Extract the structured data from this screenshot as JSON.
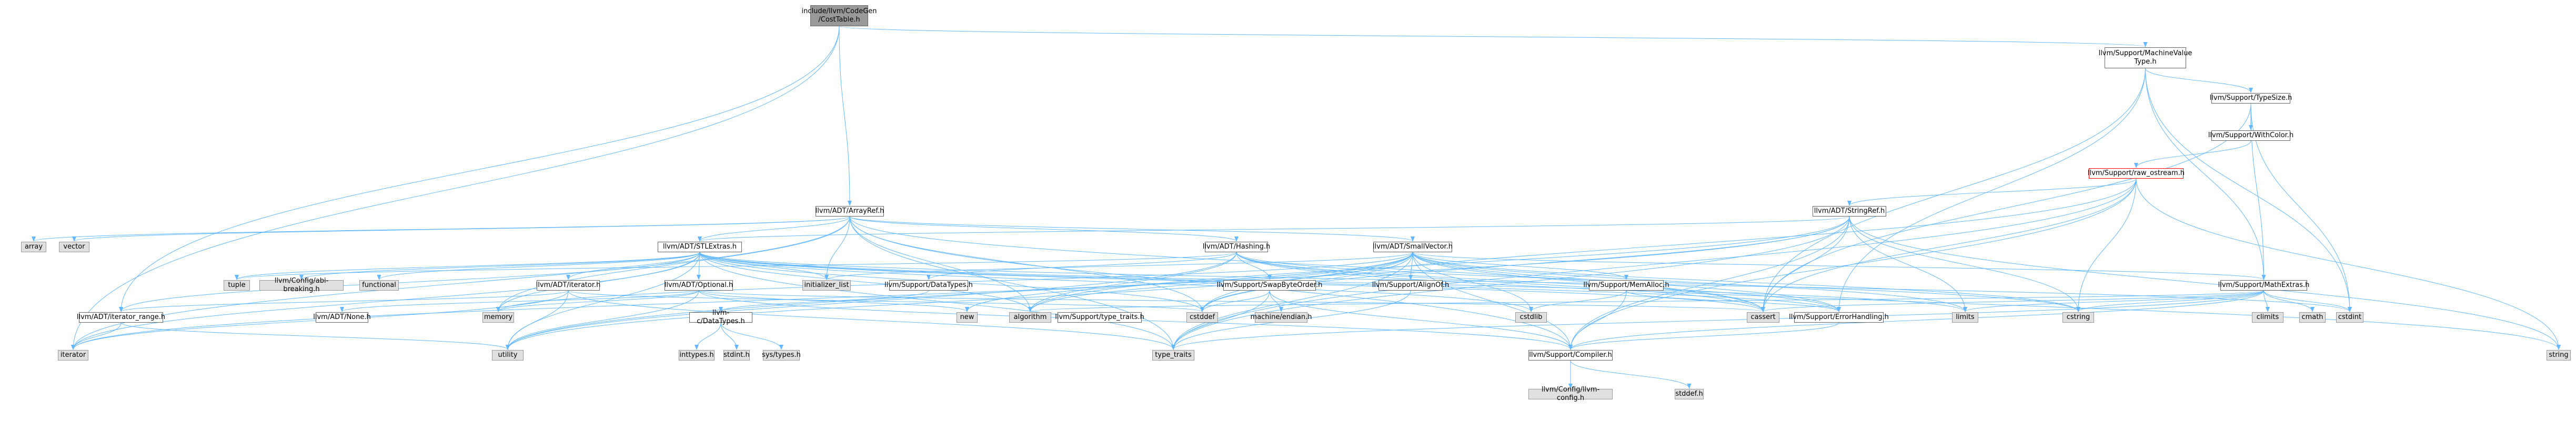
{
  "graph": {
    "edge_color": "#63b8ff",
    "nodes": [
      {
        "id": "root",
        "label": "include/llvm/CodeGen\n/CostTable.h",
        "style": "root"
      },
      {
        "id": "mvt",
        "label": "llvm/Support/MachineValue\nType.h",
        "style": "plain"
      },
      {
        "id": "arrayref",
        "label": "llvm/ADT/ArrayRef.h",
        "style": "plain"
      },
      {
        "id": "typesize",
        "label": "llvm/Support/TypeSize.h",
        "style": "plain"
      },
      {
        "id": "withcolor",
        "label": "llvm/Support/WithColor.h",
        "style": "plain"
      },
      {
        "id": "rawostream",
        "label": "llvm/Support/raw_ostream.h",
        "style": "missing"
      },
      {
        "id": "stringref",
        "label": "llvm/ADT/StringRef.h",
        "style": "plain"
      },
      {
        "id": "hashing",
        "label": "llvm/ADT/Hashing.h",
        "style": "plain"
      },
      {
        "id": "stlextras",
        "label": "llvm/ADT/STLExtras.h",
        "style": "plain"
      },
      {
        "id": "smallvector",
        "label": "llvm/ADT/SmallVector.h",
        "style": "plain"
      },
      {
        "id": "array",
        "label": "array",
        "style": "sys"
      },
      {
        "id": "vector",
        "label": "vector",
        "style": "sys"
      },
      {
        "id": "tuple",
        "label": "tuple",
        "style": "sys"
      },
      {
        "id": "cfgabi",
        "label": "llvm/Config/abi-breaking.h",
        "style": "sys"
      },
      {
        "id": "functional",
        "label": "functional",
        "style": "sys"
      },
      {
        "id": "initlist",
        "label": "initializer_list",
        "style": "sys"
      },
      {
        "id": "iterator_h",
        "label": "llvm/ADT/iterator.h",
        "style": "plain"
      },
      {
        "id": "optional",
        "label": "llvm/ADT/Optional.h",
        "style": "plain"
      },
      {
        "id": "datatypes",
        "label": "llvm/Support/DataTypes.h",
        "style": "plain"
      },
      {
        "id": "swapbyte",
        "label": "llvm/Support/SwapByteOrder.h",
        "style": "plain"
      },
      {
        "id": "alignof",
        "label": "llvm/Support/AlignOf.h",
        "style": "plain"
      },
      {
        "id": "memalloc",
        "label": "llvm/Support/MemAlloc.h",
        "style": "plain"
      },
      {
        "id": "mathextras",
        "label": "llvm/Support/MathExtras.h",
        "style": "plain"
      },
      {
        "id": "iterrange",
        "label": "llvm/ADT/iterator_range.h",
        "style": "plain"
      },
      {
        "id": "none",
        "label": "llvm/ADT/None.h",
        "style": "plain"
      },
      {
        "id": "memory",
        "label": "memory",
        "style": "sys"
      },
      {
        "id": "cdatatypes",
        "label": "llvm-c/DataTypes.h",
        "style": "plain"
      },
      {
        "id": "new",
        "label": "new",
        "style": "sys"
      },
      {
        "id": "algorithm",
        "label": "algorithm",
        "style": "sys"
      },
      {
        "id": "typetraits_h",
        "label": "llvm/Support/type_traits.h",
        "style": "plain"
      },
      {
        "id": "cstddef",
        "label": "cstddef",
        "style": "sys"
      },
      {
        "id": "machendian",
        "label": "machine/endian.h",
        "style": "sys"
      },
      {
        "id": "cstdlib",
        "label": "cstdlib",
        "style": "sys"
      },
      {
        "id": "cassert",
        "label": "cassert",
        "style": "sys"
      },
      {
        "id": "errhandling",
        "label": "llvm/Support/ErrorHandling.h",
        "style": "plain"
      },
      {
        "id": "limits",
        "label": "limits",
        "style": "sys"
      },
      {
        "id": "cstring",
        "label": "cstring",
        "style": "sys"
      },
      {
        "id": "climits",
        "label": "climits",
        "style": "sys"
      },
      {
        "id": "cmath",
        "label": "cmath",
        "style": "sys"
      },
      {
        "id": "cstdint",
        "label": "cstdint",
        "style": "sys"
      },
      {
        "id": "string",
        "label": "string",
        "style": "sys"
      },
      {
        "id": "iterator_sys",
        "label": "iterator",
        "style": "sys"
      },
      {
        "id": "utility",
        "label": "utility",
        "style": "sys"
      },
      {
        "id": "inttypes",
        "label": "inttypes.h",
        "style": "sys"
      },
      {
        "id": "stdint",
        "label": "stdint.h",
        "style": "sys"
      },
      {
        "id": "systypes",
        "label": "sys/types.h",
        "style": "sys"
      },
      {
        "id": "type_traits",
        "label": "type_traits",
        "style": "sys"
      },
      {
        "id": "compiler",
        "label": "llvm/Support/Compiler.h",
        "style": "plain"
      },
      {
        "id": "llvmconfig",
        "label": "llvm/Config/llvm-config.h",
        "style": "sys"
      },
      {
        "id": "stddef",
        "label": "stddef.h",
        "style": "sys"
      }
    ],
    "edges": [
      [
        "root",
        "mvt"
      ],
      [
        "root",
        "arrayref"
      ],
      [
        "root",
        "iterator_sys"
      ],
      [
        "root",
        "iterrange"
      ],
      [
        "mvt",
        "typesize"
      ],
      [
        "mvt",
        "mathextras"
      ],
      [
        "mvt",
        "cassert"
      ],
      [
        "mvt",
        "errhandling"
      ],
      [
        "mvt",
        "cstdint"
      ],
      [
        "typesize",
        "withcolor"
      ],
      [
        "typesize",
        "mathextras"
      ],
      [
        "typesize",
        "cassert"
      ],
      [
        "typesize",
        "cstdint"
      ],
      [
        "withcolor",
        "rawostream"
      ],
      [
        "rawostream",
        "stringref"
      ],
      [
        "rawostream",
        "cassert"
      ],
      [
        "rawostream",
        "cstddef"
      ],
      [
        "rawostream",
        "cstring"
      ],
      [
        "rawostream",
        "string"
      ],
      [
        "rawostream",
        "type_traits"
      ],
      [
        "rawostream",
        "compiler"
      ],
      [
        "stringref",
        "stlextras"
      ],
      [
        "stringref",
        "compiler"
      ],
      [
        "stringref",
        "algorithm"
      ],
      [
        "stringref",
        "cassert"
      ],
      [
        "stringref",
        "cstddef"
      ],
      [
        "stringref",
        "cstring"
      ],
      [
        "stringref",
        "limits"
      ],
      [
        "stringref",
        "string"
      ],
      [
        "stringref",
        "type_traits"
      ],
      [
        "stringref",
        "utility"
      ],
      [
        "arrayref",
        "hashing"
      ],
      [
        "arrayref",
        "stlextras"
      ],
      [
        "arrayref",
        "smallvector"
      ],
      [
        "arrayref",
        "compiler"
      ],
      [
        "arrayref",
        "algorithm"
      ],
      [
        "arrayref",
        "array"
      ],
      [
        "arrayref",
        "cassert"
      ],
      [
        "arrayref",
        "cstddef"
      ],
      [
        "arrayref",
        "initlist"
      ],
      [
        "arrayref",
        "iterator_sys"
      ],
      [
        "arrayref",
        "memory"
      ],
      [
        "arrayref",
        "type_traits"
      ],
      [
        "arrayref",
        "vector"
      ],
      [
        "hashing",
        "errhandling"
      ],
      [
        "hashing",
        "swapbyte"
      ],
      [
        "hashing",
        "type_traits_h"
      ],
      [
        "hashing",
        "algorithm"
      ],
      [
        "hashing",
        "cassert"
      ],
      [
        "hashing",
        "cstring"
      ],
      [
        "hashing",
        "string"
      ],
      [
        "hashing",
        "tuple"
      ],
      [
        "hashing",
        "utility"
      ],
      [
        "hashing",
        "datatypes"
      ],
      [
        "stlextras",
        "optional"
      ],
      [
        "stlextras",
        "iterator_h"
      ],
      [
        "stlextras",
        "iterrange"
      ],
      [
        "stlextras",
        "cfgabi"
      ],
      [
        "stlextras",
        "errhandling"
      ],
      [
        "stlextras",
        "algorithm"
      ],
      [
        "stlextras",
        "cassert"
      ],
      [
        "stlextras",
        "cstddef"
      ],
      [
        "stlextras",
        "cstdint"
      ],
      [
        "stlextras",
        "cstdlib"
      ],
      [
        "stlextras",
        "functional"
      ],
      [
        "stlextras",
        "initlist"
      ],
      [
        "stlextras",
        "iterator_sys"
      ],
      [
        "stlextras",
        "limits"
      ],
      [
        "stlextras",
        "memory"
      ],
      [
        "stlextras",
        "tuple"
      ],
      [
        "stlextras",
        "type_traits"
      ],
      [
        "stlextras",
        "utility"
      ],
      [
        "smallvector",
        "compiler"
      ],
      [
        "smallvector",
        "alignof"
      ],
      [
        "smallvector",
        "memalloc"
      ],
      [
        "smallvector",
        "mathextras"
      ],
      [
        "smallvector",
        "type_traits_h"
      ],
      [
        "smallvector",
        "errhandling"
      ],
      [
        "smallvector",
        "algorithm"
      ],
      [
        "smallvector",
        "cassert"
      ],
      [
        "smallvector",
        "cstddef"
      ],
      [
        "smallvector",
        "cstdlib"
      ],
      [
        "smallvector",
        "cstring"
      ],
      [
        "smallvector",
        "initlist"
      ],
      [
        "smallvector",
        "iterator_sys"
      ],
      [
        "smallvector",
        "limits"
      ],
      [
        "smallvector",
        "memory"
      ],
      [
        "smallvector",
        "new"
      ],
      [
        "smallvector",
        "type_traits"
      ],
      [
        "smallvector",
        "utility"
      ],
      [
        "iterator_h",
        "iterrange"
      ],
      [
        "iterator_h",
        "cstddef"
      ],
      [
        "iterator_h",
        "iterator_sys"
      ],
      [
        "iterator_h",
        "type_traits"
      ],
      [
        "iterator_h",
        "utility"
      ],
      [
        "optional",
        "none"
      ],
      [
        "optional",
        "compiler"
      ],
      [
        "optional",
        "type_traits_h"
      ],
      [
        "optional",
        "cassert"
      ],
      [
        "optional",
        "memory"
      ],
      [
        "optional",
        "new"
      ],
      [
        "optional",
        "utility"
      ],
      [
        "datatypes",
        "cdatatypes"
      ],
      [
        "cdatatypes",
        "inttypes"
      ],
      [
        "cdatatypes",
        "stdint"
      ],
      [
        "cdatatypes",
        "systypes"
      ],
      [
        "swapbyte",
        "compiler"
      ],
      [
        "swapbyte",
        "cstddef"
      ],
      [
        "swapbyte",
        "type_traits"
      ],
      [
        "swapbyte",
        "machendian"
      ],
      [
        "alignof",
        "type_traits"
      ],
      [
        "memalloc",
        "compiler"
      ],
      [
        "memalloc",
        "errhandling"
      ],
      [
        "memalloc",
        "cstdlib"
      ],
      [
        "mathextras",
        "compiler"
      ],
      [
        "mathextras",
        "algorithm"
      ],
      [
        "mathextras",
        "cassert"
      ],
      [
        "mathextras",
        "climits"
      ],
      [
        "mathextras",
        "cmath"
      ],
      [
        "mathextras",
        "cstdint"
      ],
      [
        "mathextras",
        "cstring"
      ],
      [
        "mathextras",
        "limits"
      ],
      [
        "mathextras",
        "type_traits"
      ],
      [
        "iterrange",
        "iterator_sys"
      ],
      [
        "iterrange",
        "utility"
      ],
      [
        "type_traits_h",
        "type_traits"
      ],
      [
        "type_traits_h",
        "utility"
      ],
      [
        "errhandling",
        "compiler"
      ],
      [
        "compiler",
        "llvmconfig"
      ],
      [
        "compiler",
        "stddef"
      ]
    ]
  }
}
